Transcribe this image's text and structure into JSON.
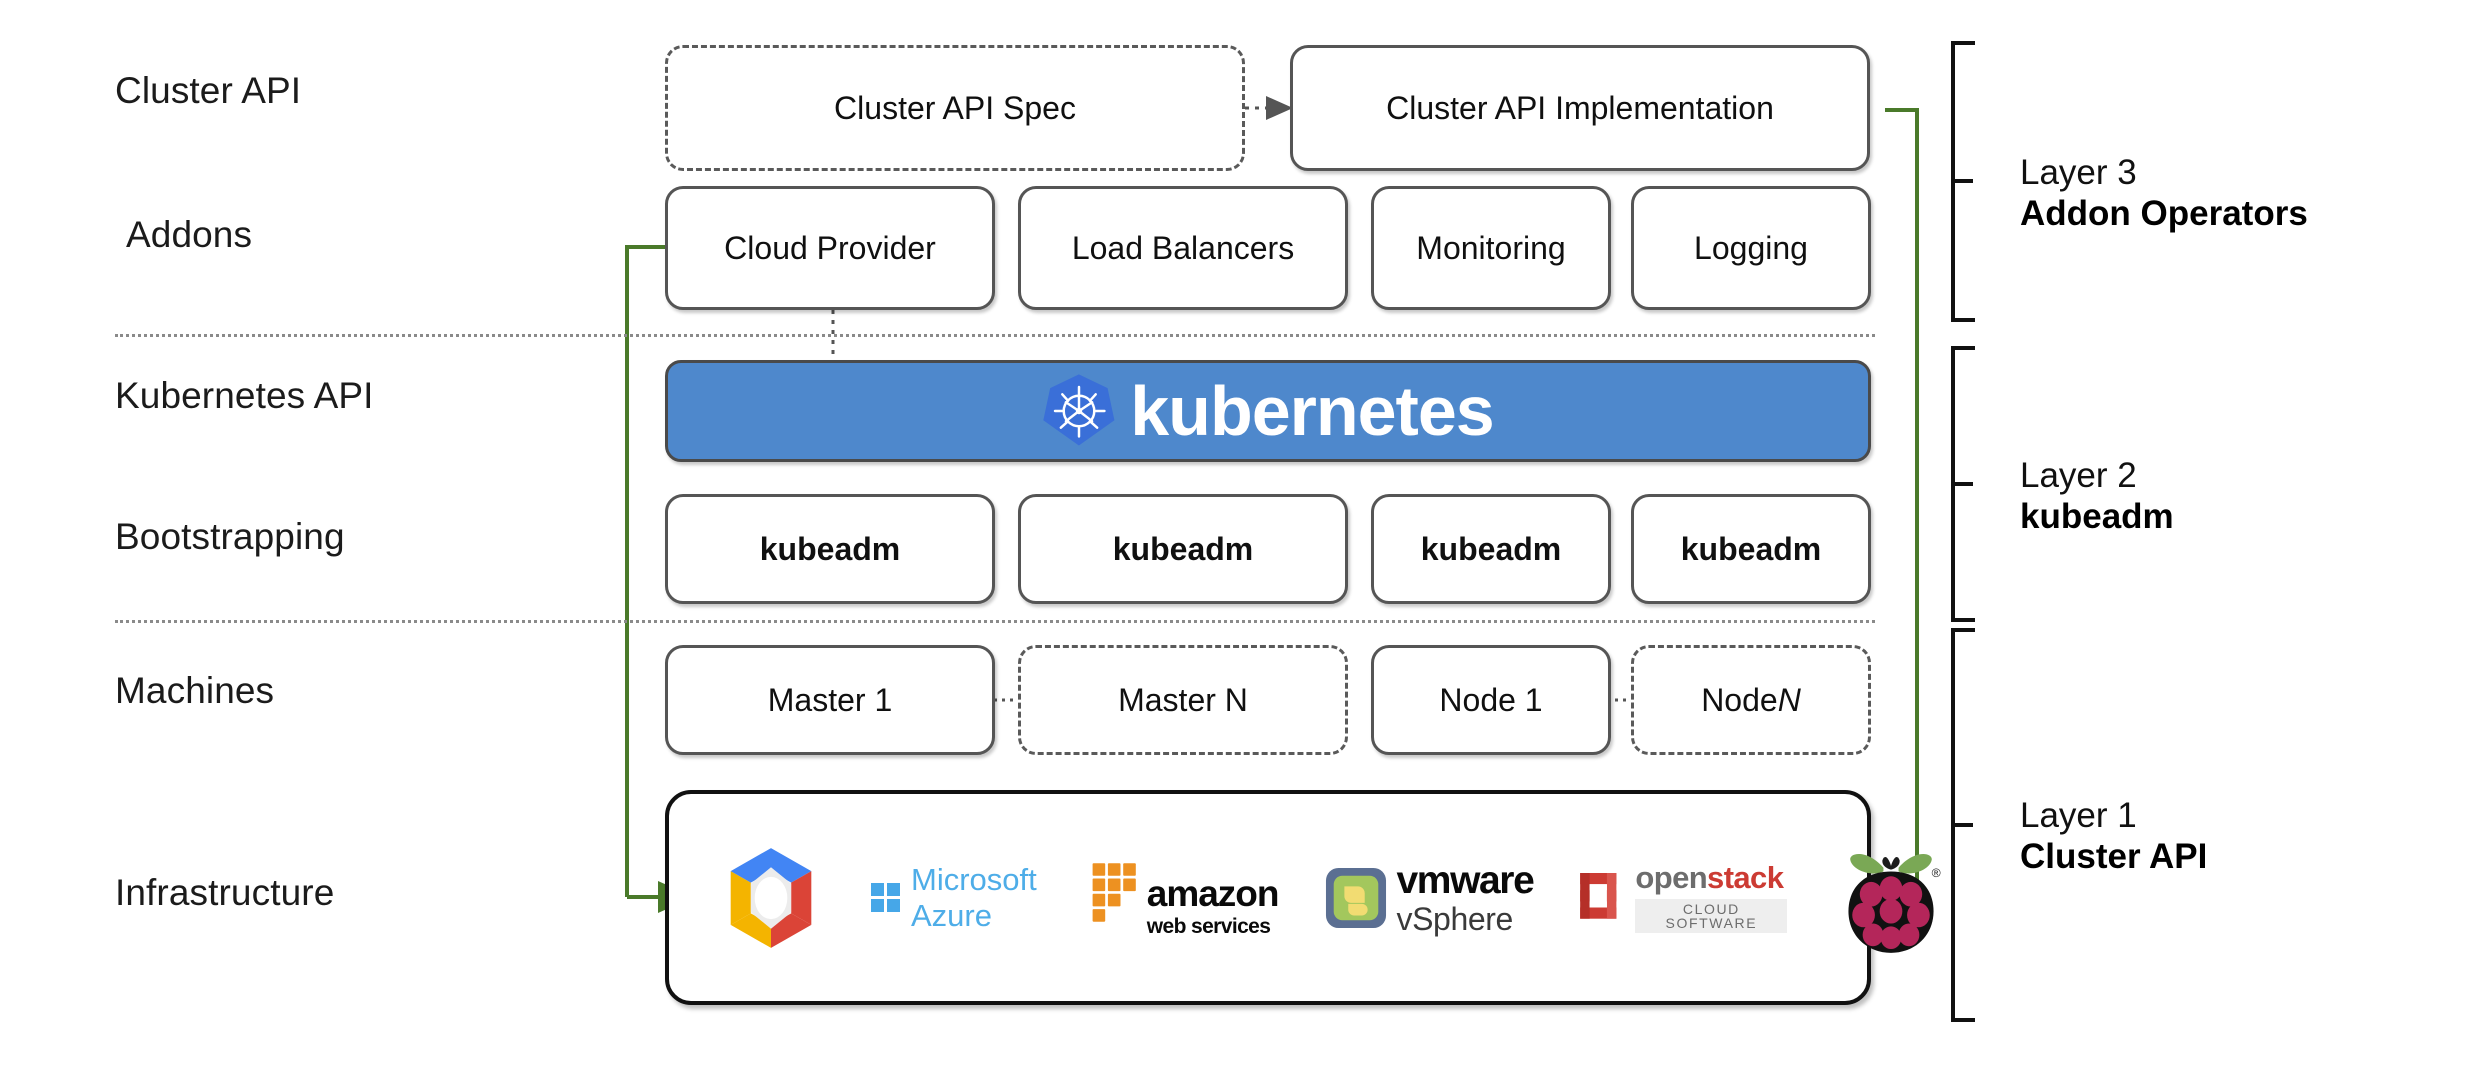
{
  "diagram": {
    "title": "Kubernetes Cluster API layered architecture",
    "accent_green": "#4a7a2a",
    "k8s_blue": "#4e88cc",
    "k8s_logo_blue": "#3a6fd8",
    "box_border": "#555555"
  },
  "row_labels": [
    {
      "id": "cluster-api",
      "label": "Cluster API"
    },
    {
      "id": "addons",
      "label": "Addons"
    },
    {
      "id": "kubernetes-api",
      "label": "Kubernetes API"
    },
    {
      "id": "bootstrapping",
      "label": "Bootstrapping"
    },
    {
      "id": "machines",
      "label": "Machines"
    },
    {
      "id": "infrastructure",
      "label": "Infrastructure"
    }
  ],
  "cluster_api_row": {
    "spec": {
      "label": "Cluster API Spec",
      "style": "dashed"
    },
    "implementation": {
      "label": "Cluster API Implementation",
      "style": "solid"
    },
    "connector": "dotted-arrow-right"
  },
  "addons_row": [
    {
      "label": "Cloud Provider"
    },
    {
      "label": "Load Balancers"
    },
    {
      "label": "Monitoring"
    },
    {
      "label": "Logging"
    }
  ],
  "kubernetes_banner": {
    "wordmark": "kubernetes",
    "logo_name": "kubernetes-helm-wheel"
  },
  "bootstrapping_row": [
    {
      "label": "kubeadm"
    },
    {
      "label": "kubeadm"
    },
    {
      "label": "kubeadm"
    },
    {
      "label": "kubeadm"
    }
  ],
  "machines_row": [
    {
      "label": "Master 1",
      "style": "solid",
      "italic_suffix": ""
    },
    {
      "label": "Master N",
      "style": "dashed",
      "italic_suffix": ""
    },
    {
      "label": "Node 1",
      "style": "solid",
      "italic_suffix": ""
    },
    {
      "label": "Node ",
      "style": "dashed",
      "italic_suffix": "N"
    }
  ],
  "infrastructure_row": {
    "providers": [
      {
        "name": "Google Cloud Platform",
        "icon": "google-cloud-hexagon-icon"
      },
      {
        "name": "Microsoft Azure",
        "icon": "microsoft-azure-icon",
        "wordmark": "Microsoft Azure"
      },
      {
        "name": "Amazon Web Services",
        "icon": "aws-icon",
        "wordmark": "amazon",
        "subtext": "web services"
      },
      {
        "name": "VMware vSphere",
        "icon": "vmware-vsphere-icon",
        "wordmark": "vmware",
        "subtext": "vSphere"
      },
      {
        "name": "OpenStack",
        "icon": "openstack-icon",
        "wordmark": "openstack",
        "subtext": "CLOUD SOFTWARE"
      },
      {
        "name": "Raspberry Pi",
        "icon": "raspberry-pi-icon"
      }
    ]
  },
  "layers": [
    {
      "id": "layer-3",
      "line1": "Layer 3",
      "line2": "Addon Operators"
    },
    {
      "id": "layer-2",
      "line1": "Layer 2",
      "line2": "kubeadm"
    },
    {
      "id": "layer-1",
      "line1": "Layer 1",
      "line2": "Cluster API"
    }
  ]
}
